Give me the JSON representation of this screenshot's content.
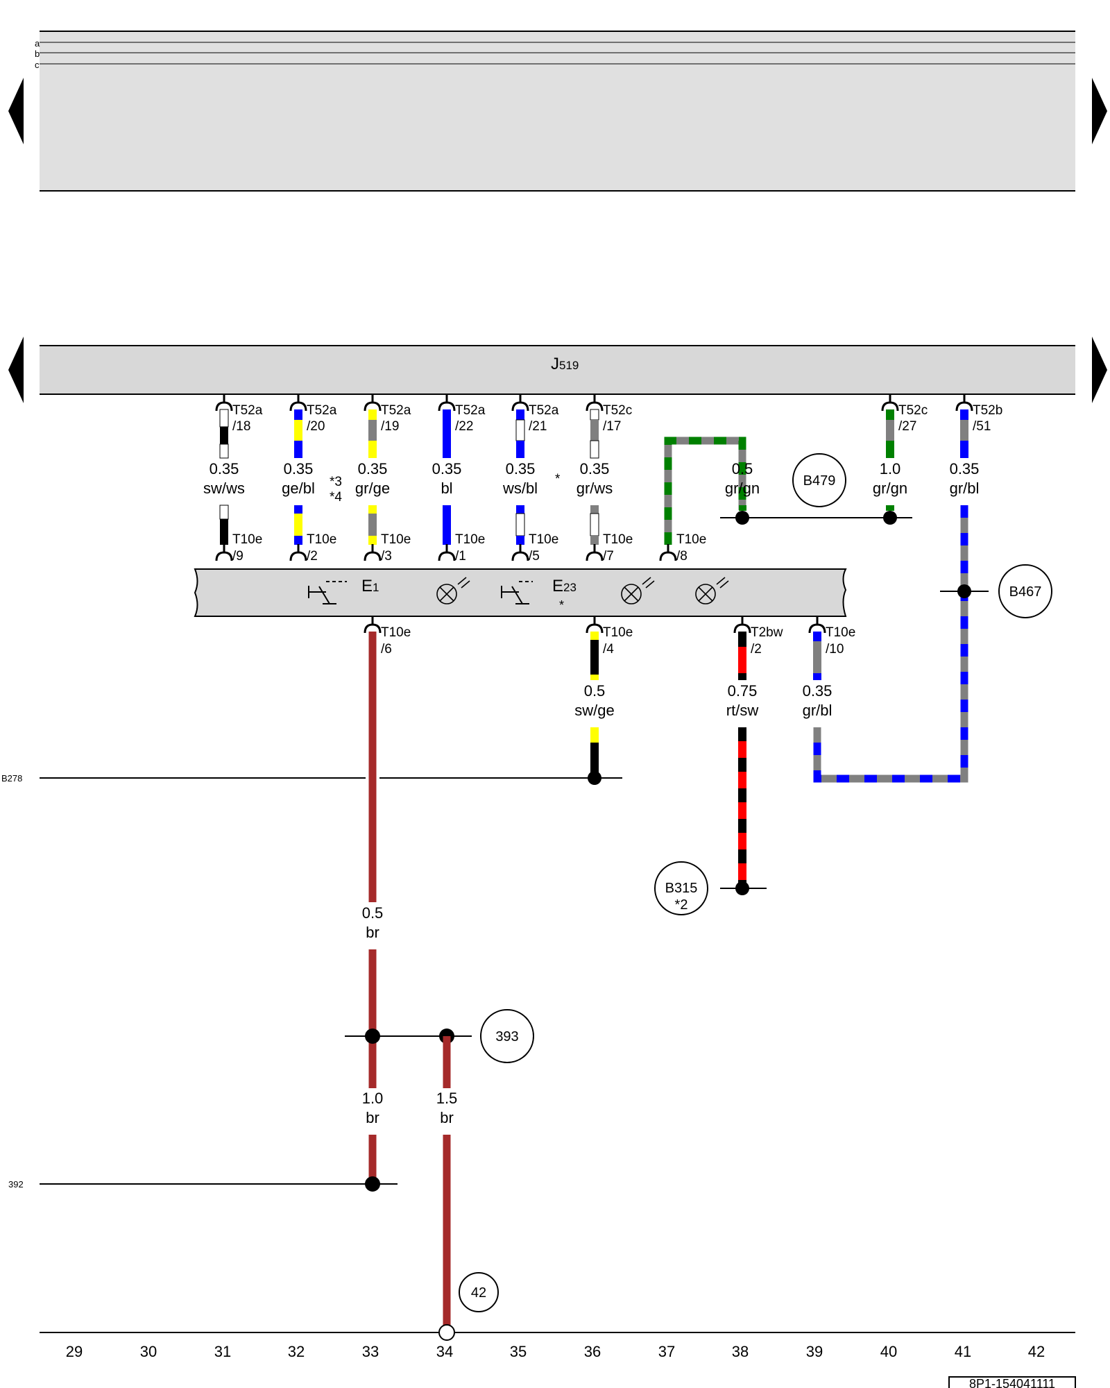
{
  "top_rows": [
    "a",
    "b",
    "c"
  ],
  "control_unit": {
    "name": "J",
    "sub": "519"
  },
  "top_connectors": [
    {
      "name": "T52a",
      "pin": "/18",
      "gauge": "0.35",
      "color": "sw/ws"
    },
    {
      "name": "T52a",
      "pin": "/20",
      "gauge": "0.35",
      "color": "ge/bl"
    },
    {
      "name": "T52a",
      "pin": "/19",
      "gauge": "0.35",
      "color": "gr/ge"
    },
    {
      "name": "T52a",
      "pin": "/22",
      "gauge": "0.35",
      "color": "bl"
    },
    {
      "name": "T52a",
      "pin": "/21",
      "gauge": "0.35",
      "color": "ws/bl"
    },
    {
      "name": "T52c",
      "pin": "/17",
      "gauge": "0.35",
      "color": "gr/ws"
    },
    {
      "name": "T52c",
      "pin": "/27",
      "gauge": "1.0",
      "color": "gr/gn"
    },
    {
      "name": "T52b",
      "pin": "/51",
      "gauge": "0.35",
      "color": "gr/bl"
    }
  ],
  "notes": {
    "n3": "*3",
    "n4": "*4",
    "star": "*"
  },
  "switch_connectors": [
    {
      "name": "T10e",
      "pin": "/9"
    },
    {
      "name": "T10e",
      "pin": "/2"
    },
    {
      "name": "T10e",
      "pin": "/3"
    },
    {
      "name": "T10e",
      "pin": "/1"
    },
    {
      "name": "T10e",
      "pin": "/5"
    },
    {
      "name": "T10e",
      "pin": "/7"
    },
    {
      "name": "T10e",
      "pin": "/8"
    }
  ],
  "green_wire": {
    "gauge": "0.5",
    "color": "gr/gn"
  },
  "components": {
    "e1": {
      "name": "E",
      "sub": "1"
    },
    "e23": {
      "name": "E",
      "sub": "23",
      "note": "*"
    }
  },
  "bottom_connectors": [
    {
      "name": "T10e",
      "pin": "/6"
    },
    {
      "name": "T10e",
      "pin": "/4",
      "gauge": "0.5",
      "color": "sw/ge"
    },
    {
      "name": "T2bw",
      "pin": "/2",
      "gauge": "0.75",
      "color": "rt/sw"
    },
    {
      "name": "T10e",
      "pin": "/10",
      "gauge": "0.35",
      "color": "gr/bl"
    }
  ],
  "circles": {
    "b479": "B479",
    "b467": "B467",
    "b315": "B315",
    "b315_note": "*2",
    "c393": "393",
    "c42": "42"
  },
  "side_refs": {
    "b278": "B278",
    "r392": "392"
  },
  "brown_wires": [
    {
      "gauge": "0.5",
      "color": "br"
    },
    {
      "gauge": "1.0",
      "color": "br"
    },
    {
      "gauge": "1.5",
      "color": "br"
    }
  ],
  "columns": [
    "29",
    "30",
    "31",
    "32",
    "33",
    "34",
    "35",
    "36",
    "37",
    "38",
    "39",
    "40",
    "41",
    "42"
  ],
  "page_code": "8P1-154041111",
  "wire_colors": {
    "sw": "#000000",
    "ws": "#ffffff",
    "ge": "#ffff00",
    "bl": "#0000ff",
    "gr": "#808080",
    "gn": "#008000",
    "rt": "#ff0000",
    "br": "#a52a2a"
  }
}
